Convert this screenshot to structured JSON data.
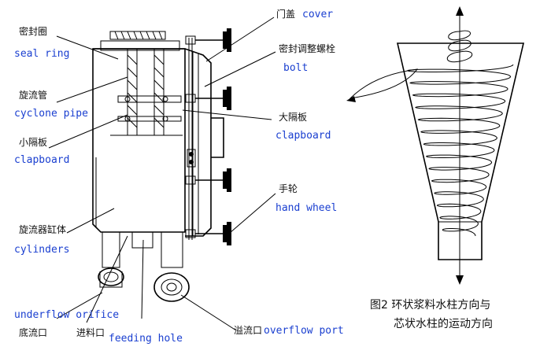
{
  "labels": {
    "seal_ring_cn": "密封圈",
    "seal_ring_en": "seal ring",
    "cyclone_pipe_cn": "旋流管",
    "cyclone_pipe_en": "cyclone pipe",
    "small_clapboard_cn": "小隔板",
    "small_clapboard_en": "clapboard",
    "cylinders_cn": "旋流器缸体",
    "cylinders_en": "cylinders",
    "underflow_en": "underflow orifice",
    "underflow_cn": "底流口",
    "feeding_cn": "进料口",
    "feeding_en": "feeding hole",
    "cover_cn": "门盖",
    "cover_en": "cover",
    "bolt_cn": "密封调整螺栓",
    "bolt_en": "bolt",
    "big_clapboard_cn": "大隔板",
    "big_clapboard_en": "clapboard",
    "hand_wheel_cn": "手轮",
    "hand_wheel_en": "hand wheel",
    "overflow_cn": "溢流口",
    "overflow_en": "overflow port"
  },
  "caption": {
    "line1": "图2 环状浆料水柱方向与",
    "line2": "芯状水柱的运动方向"
  }
}
